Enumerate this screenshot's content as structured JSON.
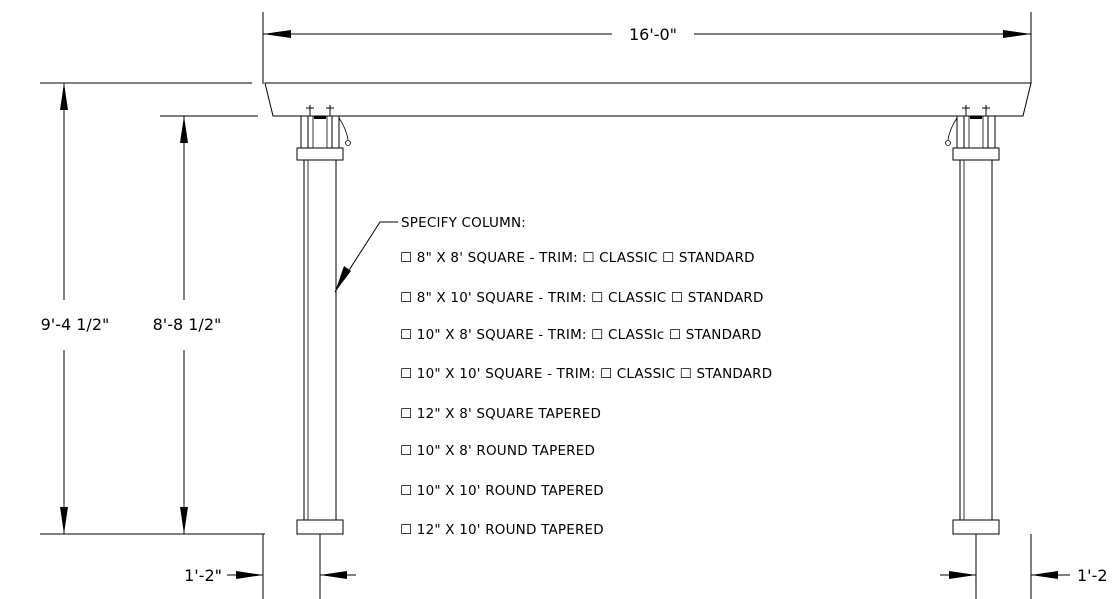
{
  "dimensions": {
    "width_overall": "16'-0\"",
    "height_overall": "9'-4 1/2\"",
    "height_column": "8'-8 1/2\"",
    "offset_left": "1'-2\"",
    "offset_right": "1'-2"
  },
  "note": {
    "title": "SPECIFY COLUMN:",
    "checkbox_glyph": "☐",
    "options": [
      "☐ 8\" X 8' SQUARE - TRIM: ☐ CLASSIC ☐ STANDARD",
      "☐ 8\" X 10' SQUARE - TRIM: ☐ CLASSIC ☐ STANDARD",
      "☐ 10\" X 8' SQUARE - TRIM: ☐ CLASSIc ☐ STANDARD",
      "☐ 10\" X 10' SQUARE - TRIM: ☐ CLASSIC ☐ STANDARD",
      "☐ 12\" X 8' SQUARE TAPERED",
      "☐ 10\" X 8' ROUND TAPERED",
      "☐ 10\" X 10' ROUND TAPERED",
      "☐ 12\" X 10' ROUND TAPERED"
    ]
  }
}
